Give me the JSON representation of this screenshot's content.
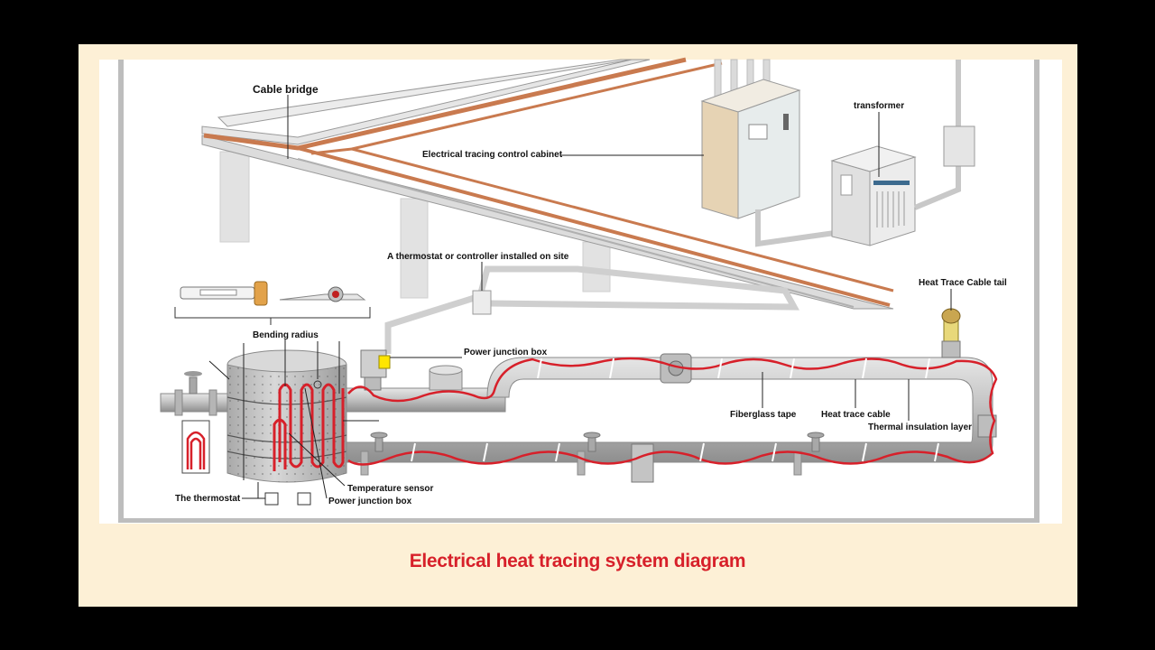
{
  "labels": {
    "cable_bridge": "Cable bridge",
    "control_cabinet": "Electrical tracing control cabinet",
    "transformer": "transformer",
    "thermostat_on_site": "A thermostat or controller installed on site",
    "heat_trace_tail": "Heat Trace Cable tail",
    "bending_radius": "Bending radius",
    "power_junction_box_top": "Power junction box",
    "fiberglass_tape": "Fiberglass tape",
    "heat_trace_cable": "Heat trace cable",
    "thermal_insulation": "Thermal insulation layer",
    "temperature_sensor": "Temperature sensor",
    "the_thermostat": "The thermostat",
    "power_junction_box_bottom": "Power junction box"
  },
  "caption": "Electrical heat tracing system diagram",
  "colors": {
    "background": "#000000",
    "frame": "#fdf0d6",
    "heat_cable": "#d7202a",
    "pipe": "#c9c9c9",
    "caption": "#d7202a"
  }
}
